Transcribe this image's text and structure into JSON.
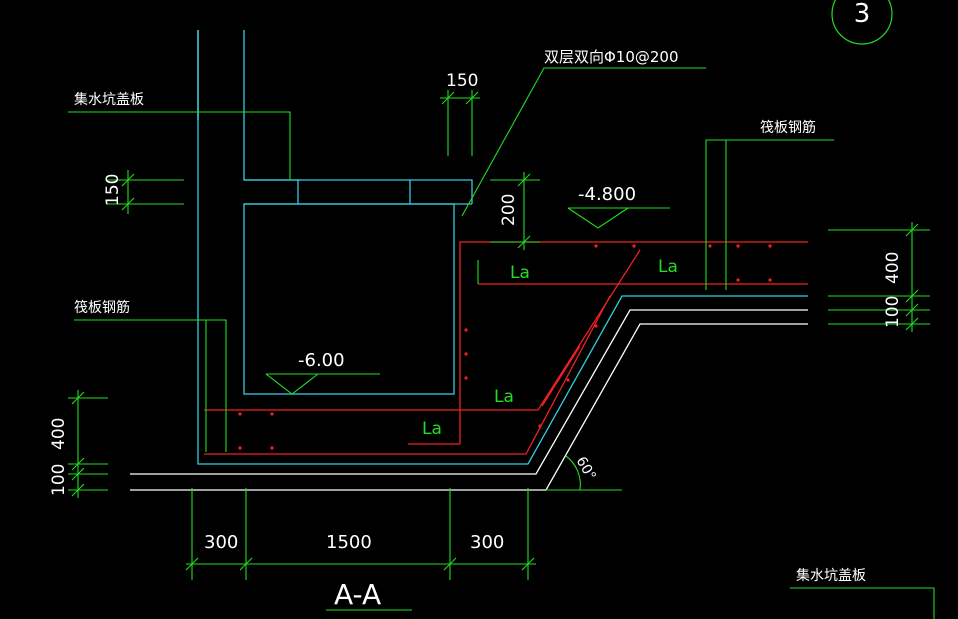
{
  "drawing": {
    "section_title": "A-A",
    "detail_marker": "3",
    "labels": {
      "cover_plate_top": "集水坑盖板",
      "cover_plate_bottom": "集水坑盖板",
      "raft_rebar_left": "筏板钢筋",
      "raft_rebar_right": "筏板钢筋",
      "double_layer_rebar": "双层双向Φ10@200",
      "anchor_la_1": "La",
      "anchor_la_2": "La",
      "anchor_la_3": "La",
      "anchor_la_4": "La"
    },
    "elevations": {
      "pit_bottom": "-6.00",
      "raft_top": "-4.800"
    },
    "dimensions": {
      "cover_thickness": "150",
      "cover_width": "150",
      "step_depth": "200",
      "slab_left": "400",
      "bedding_left": "100",
      "slab_right": "400",
      "bedding_right": "100",
      "bottom_left": "300",
      "bottom_mid": "1500",
      "bottom_right": "300"
    },
    "angle": "60°"
  },
  "colors": {
    "background": "#000000",
    "dimension": "#22dd22",
    "rebar": "#ee2222",
    "concrete": "#33ccdd",
    "outline": "#ffffff"
  }
}
